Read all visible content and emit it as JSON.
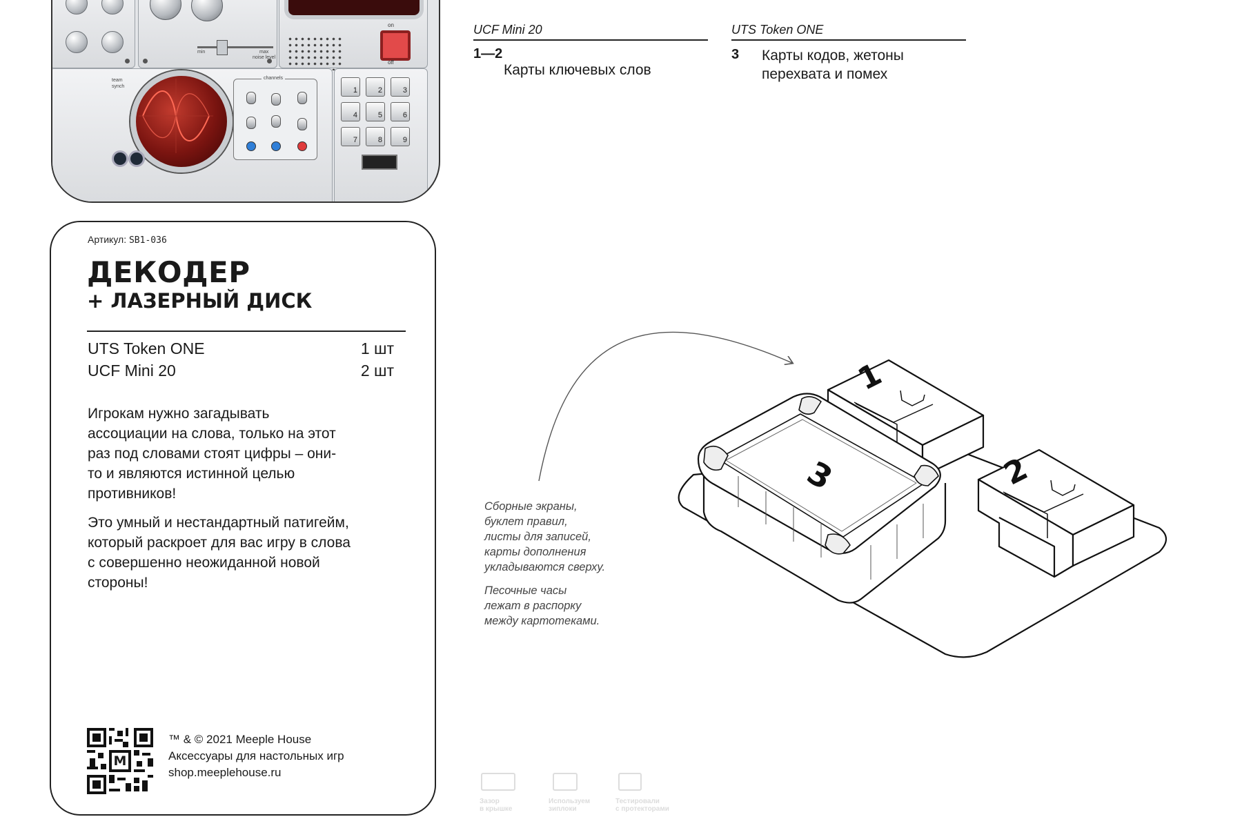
{
  "device": {
    "channels_label": "channels",
    "team_synch_label": "team synch",
    "noise_level_label": "noise level",
    "min_label": "min",
    "max_label": "max",
    "on_label": "on",
    "off_label": "off",
    "keys": [
      "1",
      "2",
      "3",
      "4",
      "5",
      "6",
      "7",
      "8",
      "9"
    ]
  },
  "card": {
    "sku_label": "Артикул:",
    "sku_code": "SB1-036",
    "title": "ДЕКОДЕР",
    "subtitle": "+ ЛАЗЕРНЫЙ ДИСК",
    "items": [
      {
        "name": "UTS Token ONE",
        "qty": "1 шт"
      },
      {
        "name": "UCF Mini 20",
        "qty": "2 шт"
      }
    ],
    "description_lines": [
      "Игрокам нужно загадывать",
      "ассоциации на слова, только на этот",
      "раз под словами стоят цифры – они-",
      "то и являются истинной целью",
      "противников!"
    ],
    "description2_lines": [
      "Это умный и нестандартный патигейм,",
      "который раскроет для вас игру в слова",
      "с совершенно неожиданной новой",
      "стороны!"
    ],
    "qr_center": "M",
    "footer": {
      "copyright": "™ & © 2021 Meeple House",
      "tagline": "Аксессуары для настольных игр",
      "url": "shop.meeplehouse.ru"
    }
  },
  "legend": [
    {
      "header": "UCF Mini 20",
      "number": "1—2",
      "lines": [
        "Карты ключевых слов"
      ]
    },
    {
      "header": "UTS Token ONE",
      "number": "3",
      "lines": [
        "Карты кодов, жетоны",
        "перехвата и помех"
      ]
    }
  ],
  "diagram": {
    "labels": [
      "1",
      "2",
      "3"
    ]
  },
  "notes": {
    "note1_lines": [
      "Сборные экраны,",
      "буклет правил,",
      "листы для записей,",
      "карты дополнения",
      "укладываются сверху."
    ],
    "note2_lines": [
      "Песочные часы",
      "лежат в распорку",
      "между картотеками."
    ]
  },
  "footer_icons": [
    {
      "icon": "lid-gap-icon",
      "lines": [
        "Зазор",
        "в крышке"
      ]
    },
    {
      "icon": "ziplock-icon",
      "lines": [
        "Используем",
        "зиплоки"
      ]
    },
    {
      "icon": "sleeve-icon",
      "lines": [
        "Тестировали",
        "с протекторами"
      ]
    }
  ],
  "colors": {
    "accent_red": "#e24a4a",
    "scope_red": "#7a1410",
    "ink": "#1a1a1a"
  }
}
